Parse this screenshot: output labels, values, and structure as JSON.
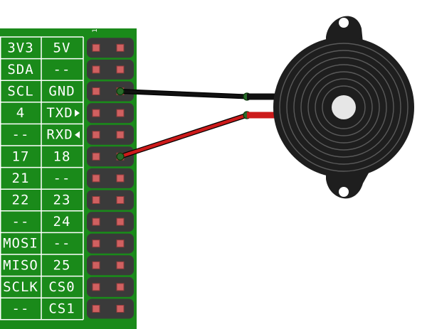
{
  "board": {
    "corner_mark": "1",
    "colors": {
      "pcb": "#1a8a1a",
      "grid": "#ffffff",
      "header": "#3a3a3a",
      "pin": "#d06060"
    },
    "rows": [
      {
        "left": "3V3",
        "right": "5V"
      },
      {
        "left": "SDA",
        "right": "--"
      },
      {
        "left": "SCL",
        "right": "GND"
      },
      {
        "left": "4",
        "right": "TXD",
        "right_icon": "arrow-right-icon"
      },
      {
        "left": "--",
        "right": "RXD",
        "right_icon": "arrow-left-icon"
      },
      {
        "left": "17",
        "right": "18"
      },
      {
        "left": "21",
        "right": "--"
      },
      {
        "left": "22",
        "right": "23"
      },
      {
        "left": "--",
        "right": "24"
      },
      {
        "left": "MOSI",
        "right": "--"
      },
      {
        "left": "MISO",
        "right": "25"
      },
      {
        "left": "SCLK",
        "right": "CS0"
      },
      {
        "left": "--",
        "right": "CS1"
      }
    ]
  },
  "wires": [
    {
      "name": "black-wire",
      "color": "#111111",
      "from_row": 2,
      "to": "buzzer-lead-black"
    },
    {
      "name": "red-wire",
      "color": "#cc1a1a",
      "from_row": 5,
      "to": "buzzer-lead-red"
    }
  ],
  "buzzer": {
    "body_color": "#1e1e1e",
    "ring_color": "#5a5a5a",
    "center_color": "#e6e6e6"
  }
}
